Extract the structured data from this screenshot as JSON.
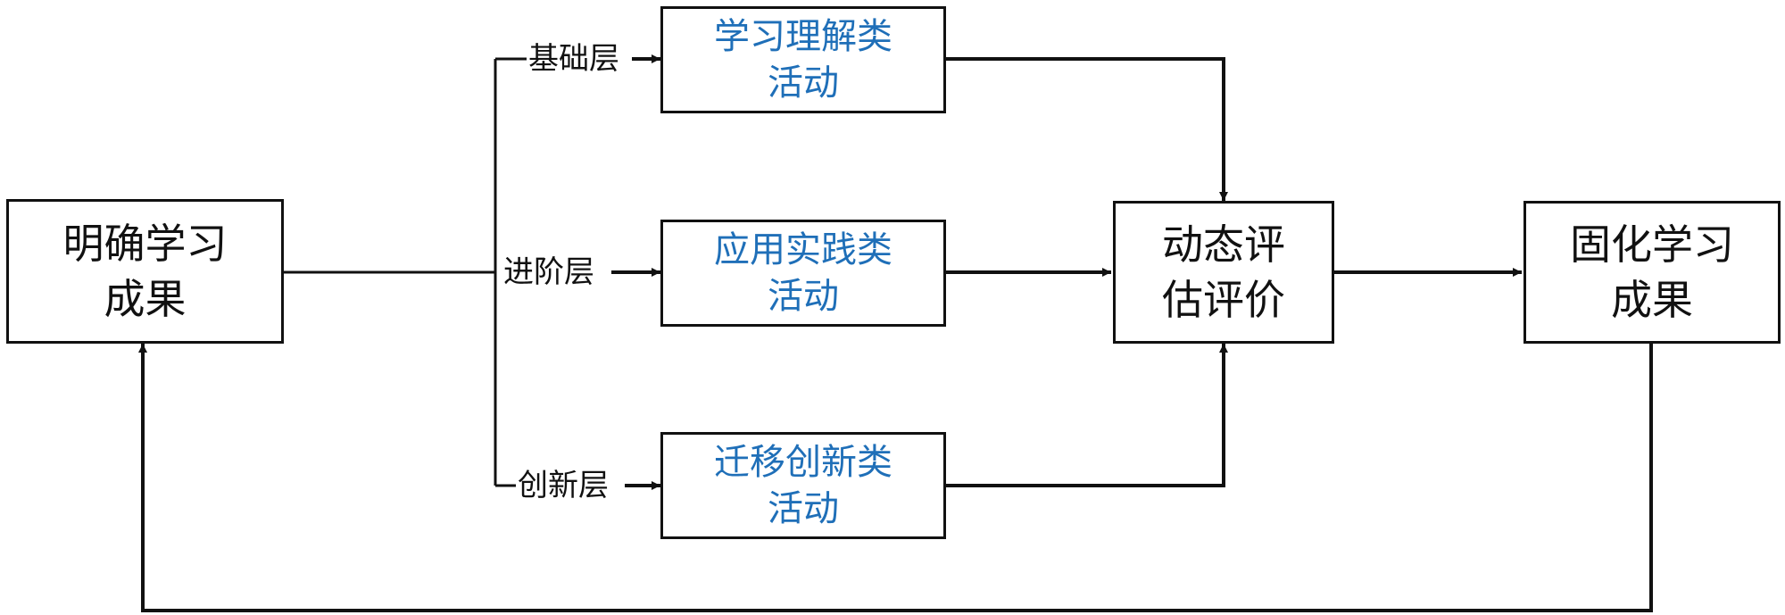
{
  "diagram": {
    "start_box": {
      "line1": "明确学习",
      "line2": "成果"
    },
    "eval_box": {
      "line1": "动态评",
      "line2": "估评价"
    },
    "end_box": {
      "line1": "固化学习",
      "line2": "成果"
    },
    "activities": [
      {
        "line1": "学习理解类",
        "line2": "活动"
      },
      {
        "line1": "应用实践类",
        "line2": "活动"
      },
      {
        "line1": "迁移创新类",
        "line2": "活动"
      }
    ],
    "levels": [
      "基础层",
      "进阶层",
      "创新层"
    ],
    "colors": {
      "stroke": "#111111",
      "activity_text": "#1f6fb8",
      "text": "#111111"
    }
  }
}
